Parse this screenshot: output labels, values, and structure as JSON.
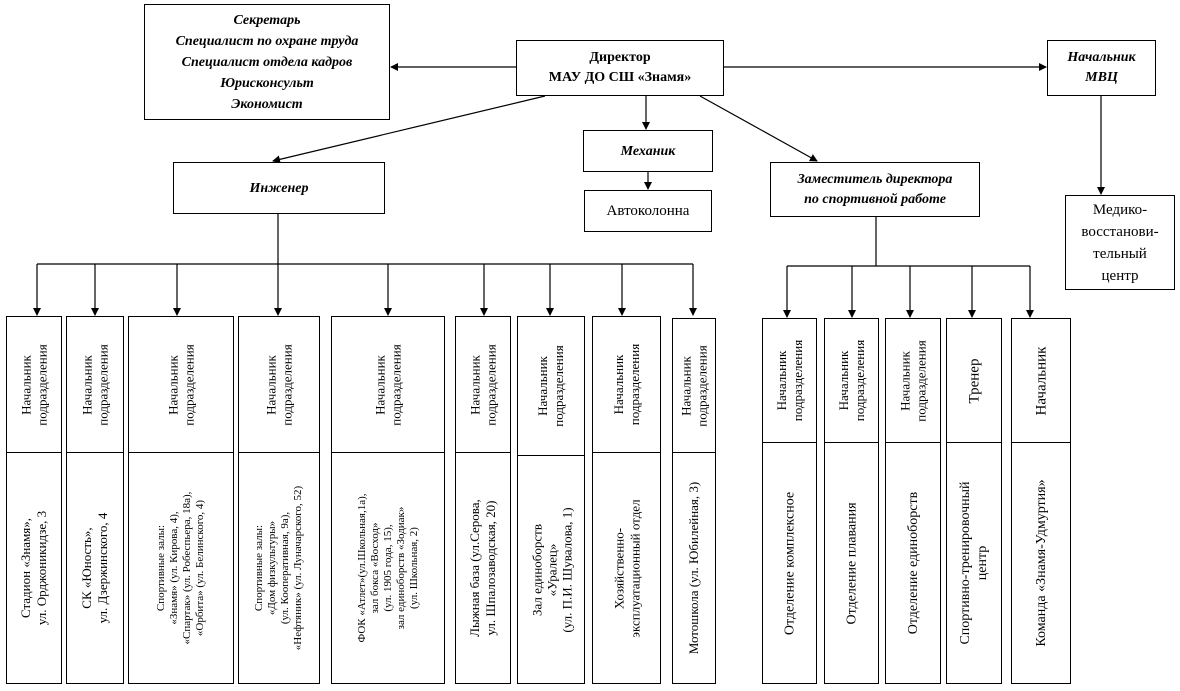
{
  "secretary_box": {
    "lines": [
      "Секретарь",
      "Специалист по охране труда",
      "Специалист отдела кадров",
      "Юрисконсульт",
      "Экономист"
    ]
  },
  "director": {
    "lines": [
      "Директор",
      "МАУ ДО СШ «Знамя»"
    ]
  },
  "mvc_head": {
    "lines": [
      "Начальник",
      "МВЦ"
    ]
  },
  "mechanic": {
    "label": "Механик"
  },
  "autocolumn": {
    "label": "Автоколонна"
  },
  "engineer": {
    "label": "Инженер"
  },
  "deputy": {
    "lines": [
      "Заместитель директора",
      "по спортивной работе"
    ]
  },
  "medical_center": {
    "lines": [
      "Медико-",
      "восстанови-",
      "тельный",
      "центр"
    ]
  },
  "engineer_units": [
    {
      "head": [
        "Начальник",
        "подразделения"
      ],
      "body": [
        "Стадион «Знамя»,",
        "ул. Орджоникидзе, 3"
      ]
    },
    {
      "head": [
        "Начальник",
        "подразделения"
      ],
      "body": [
        "СК «Юность»,",
        "ул. Дзержинского, 4"
      ]
    },
    {
      "head": [
        "Начальник",
        "подразделения"
      ],
      "body": [
        "Спортивные залы:",
        "«Знамя» (ул. Кирова, 4),",
        "«Спартак» (ул. Робеспьера, 18а),",
        "«Орбита» (ул. Белинского, 4)"
      ]
    },
    {
      "head": [
        "Начальник",
        "подразделения"
      ],
      "body": [
        "Спортивные залы:",
        "«Дом физкультуры»",
        "(ул. Кооперативная, 9а),",
        "«Нефтяник» (ул. Луначарского, 52)"
      ]
    },
    {
      "head": [
        "Начальник",
        "подразделения"
      ],
      "body": [
        "ФОК «Атлет»(ул.Школьная,1а),",
        "зал бокса «Восход»",
        "(ул. 1905 года, 15),",
        "зал единоборств «Зодиак»",
        "(ул. Школьная, 2)"
      ]
    },
    {
      "head": [
        "Начальник",
        "подразделения"
      ],
      "body": [
        "Лыжная база (ул.Серова,",
        "ул. Шпалозаводская, 20)"
      ]
    },
    {
      "head": [
        "Начальник",
        "подразделения"
      ],
      "body": [
        "Зал единоборств",
        "«Уралец»",
        "(ул. П.И. Шувалова, 1)"
      ]
    },
    {
      "head": [
        "Начальник",
        "подразделения"
      ],
      "body": [
        "Хозяйственно-",
        "эксплуатационный отдел"
      ]
    },
    {
      "head": [
        "Начальник",
        "подразделения"
      ],
      "body": [
        "Мотошкола (ул. Юбилейная, 3)"
      ]
    }
  ],
  "deputy_units": [
    {
      "head": [
        "Начальник",
        "подразделения"
      ],
      "body": [
        "Отделение комплексное"
      ]
    },
    {
      "head": [
        "Начальник",
        "подразделения"
      ],
      "body": [
        "Отделение плавания"
      ]
    },
    {
      "head": [
        "Начальник",
        "подразделения"
      ],
      "body": [
        "Отделение единоборств"
      ]
    },
    {
      "head": [
        "Тренер"
      ],
      "body": [
        "Спортивно-тренировочный",
        "центр"
      ]
    },
    {
      "head": [
        "Начальник"
      ],
      "body": [
        "Команда «Знамя-Удмуртия»"
      ]
    }
  ]
}
